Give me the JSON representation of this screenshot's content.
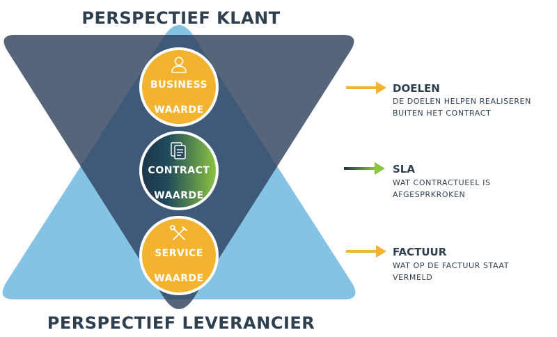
{
  "title_top": "PERSPECTIEF KLANT",
  "title_bottom": "PERSPECTIEF LEVERANCIER",
  "circles": [
    {
      "line1": "BUSINESS",
      "line2": "WAARDE",
      "icon": "person-icon"
    },
    {
      "line1": "CONTRACT",
      "line2": "WAARDE",
      "icon": "document-icon"
    },
    {
      "line1": "SERVICE",
      "line2": "WAARDE",
      "icon": "tools-icon"
    }
  ],
  "legend": [
    {
      "title": "DOELEN",
      "desc_line1": "DE DOELEN HELPEN REALISEREN",
      "desc_line2": "BUITEN HET CONTRACT",
      "arrow": "orange"
    },
    {
      "title": "SLA",
      "desc_line1": "WAT CONTRACTUEEL IS",
      "desc_line2": "AFGESPRKROKEN",
      "arrow": "gradient"
    },
    {
      "title": "FACTUUR",
      "desc_line1": "WAT OP DE FACTUUR STAAT",
      "desc_line2": "VERMELD",
      "arrow": "orange"
    }
  ],
  "colors": {
    "dark_triangle": "#44566a",
    "light_triangle": "#85c3e4",
    "overlap": "#3d5d80",
    "orange": "#f3b32f",
    "green": "#8cc63f",
    "navy": "#1f3448",
    "text": "#2e3f4f"
  }
}
